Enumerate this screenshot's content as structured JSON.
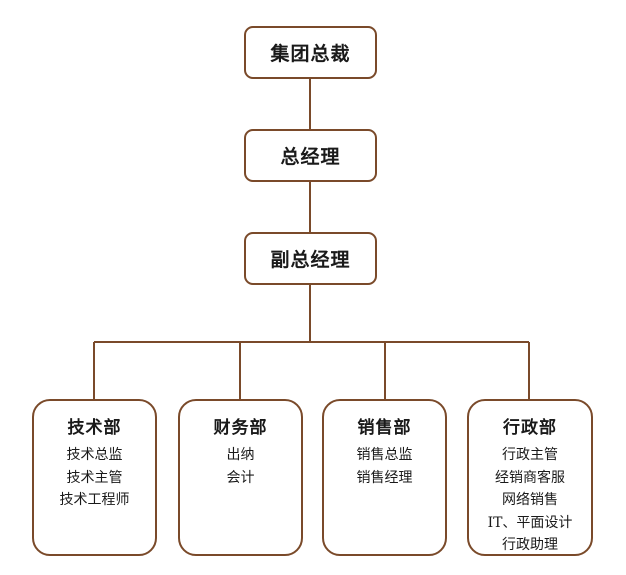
{
  "colors": {
    "border": "#7a4a2a",
    "line": "#7a4a2a",
    "text": "#1a1a1a",
    "background": "#ffffff"
  },
  "chairman": {
    "label": "集团总裁"
  },
  "general_manager": {
    "label": "总经理"
  },
  "deputy_general_manager": {
    "label": "副总经理"
  },
  "departments": [
    {
      "name": "技术部",
      "roles": [
        "技术总监",
        "技术主管",
        "技术工程师"
      ]
    },
    {
      "name": "财务部",
      "roles": [
        "出纳",
        "会计"
      ]
    },
    {
      "name": "销售部",
      "roles": [
        "销售总监",
        "销售经理"
      ]
    },
    {
      "name": "行政部",
      "roles": [
        "行政主管",
        "经销商客服",
        "网络销售",
        "IT、平面设计",
        "行政助理"
      ]
    }
  ]
}
